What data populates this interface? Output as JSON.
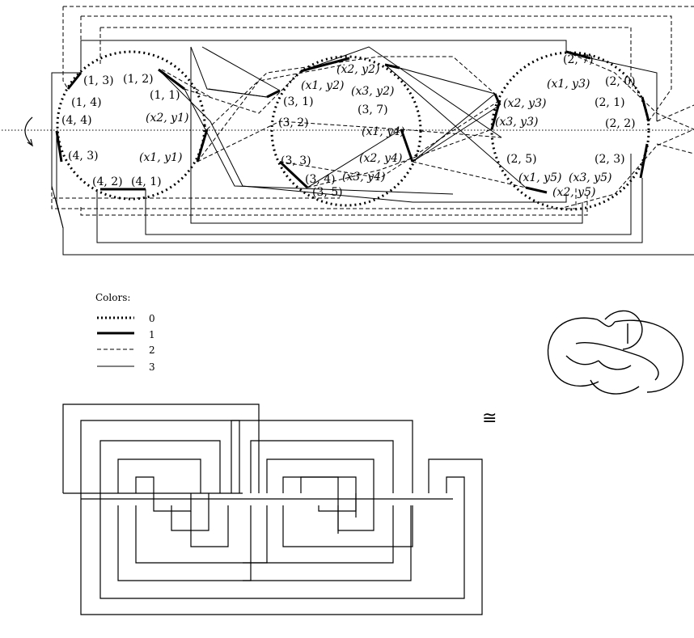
{
  "colors": {
    "ink": "#000000",
    "background": "#ffffff"
  },
  "vertices": {
    "left": [
      {
        "id": "v-1-3",
        "text": "(1, 3)"
      },
      {
        "id": "v-1-2",
        "text": "(1, 2)"
      },
      {
        "id": "v-1-4",
        "text": "(1, 4)"
      },
      {
        "id": "v-1-1",
        "text": "(1, 1)"
      },
      {
        "id": "v-4-4",
        "text": "(4, 4)"
      },
      {
        "id": "v-x2-y1",
        "text": "(x2, y1)"
      },
      {
        "id": "v-4-3",
        "text": "(4, 3)"
      },
      {
        "id": "v-x1-y1",
        "text": "(x1, y1)"
      },
      {
        "id": "v-4-2",
        "text": "(4, 2)"
      },
      {
        "id": "v-4-1",
        "text": "(4, 1)"
      }
    ],
    "middle": [
      {
        "id": "v-x2-y2",
        "text": "(x2, y2)"
      },
      {
        "id": "v-x1-y2",
        "text": "(x1, y2)"
      },
      {
        "id": "v-x3-y2",
        "text": "(x3, y2)"
      },
      {
        "id": "v-3-1",
        "text": "(3, 1)"
      },
      {
        "id": "v-3-7",
        "text": "(3, 7)"
      },
      {
        "id": "v-3-2",
        "text": "(3, 2)"
      },
      {
        "id": "v-x1-y4",
        "text": "(x1, y4)"
      },
      {
        "id": "v-x2-y4",
        "text": "(x2, y4)"
      },
      {
        "id": "v-3-3",
        "text": "(3, 3)"
      },
      {
        "id": "v-3-4",
        "text": "(3, 4)"
      },
      {
        "id": "v-x3-y4",
        "text": "(x3, y4)"
      },
      {
        "id": "v-3-5",
        "text": "(3, 5)"
      }
    ],
    "right": [
      {
        "id": "v-2-7",
        "text": "(2, 7)"
      },
      {
        "id": "v-x1-y3",
        "text": "(x1, y3)"
      },
      {
        "id": "v-2-0",
        "text": "(2, 0)"
      },
      {
        "id": "v-x2-y3",
        "text": "(x2, y3)"
      },
      {
        "id": "v-2-1",
        "text": "(2, 1)"
      },
      {
        "id": "v-x3-y3",
        "text": "(x3, y3)"
      },
      {
        "id": "v-2-2",
        "text": "(2, 2)"
      },
      {
        "id": "v-2-5",
        "text": "(2, 5)"
      },
      {
        "id": "v-2-3",
        "text": "(2, 3)"
      },
      {
        "id": "v-x1-y5",
        "text": "(x1, y5)"
      },
      {
        "id": "v-x3-y5",
        "text": "(x3, y5)"
      },
      {
        "id": "v-x2-y5",
        "text": "(x2, y5)"
      }
    ]
  },
  "legend": {
    "title": "Colors:",
    "items": [
      {
        "style": "dotted-thick",
        "value": "0"
      },
      {
        "style": "solid-thick",
        "value": "1"
      },
      {
        "style": "dashed-thin",
        "value": "2"
      },
      {
        "style": "solid-thin",
        "value": "3"
      }
    ]
  },
  "isomorphism_symbol": "≅"
}
